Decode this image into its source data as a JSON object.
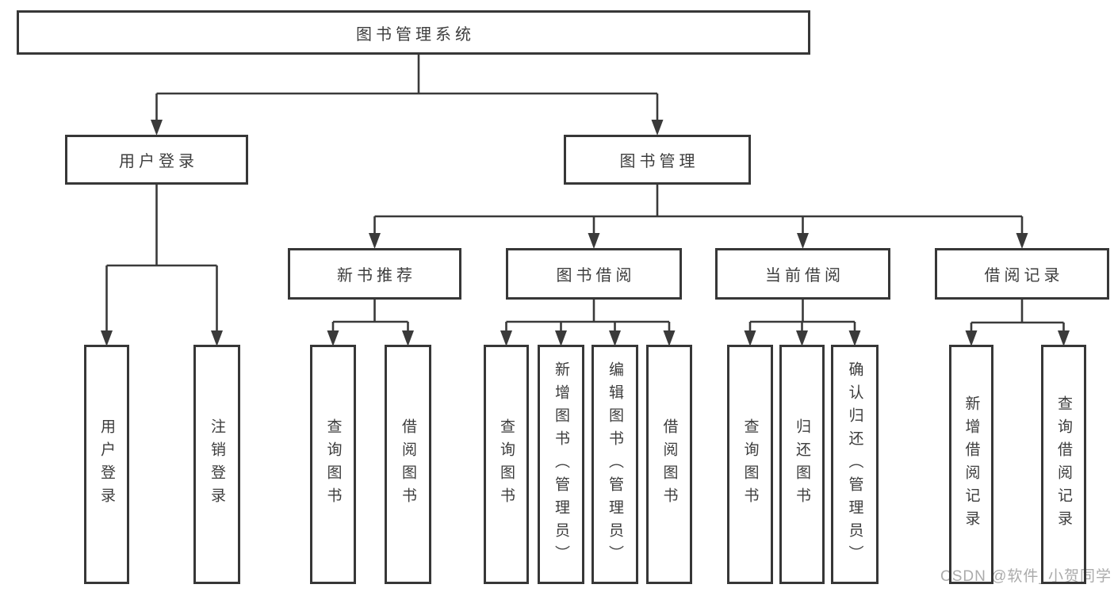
{
  "diagram": {
    "root": {
      "label": "图书管理系统"
    },
    "level2": [
      {
        "label": "用户登录"
      },
      {
        "label": "图书管理"
      }
    ],
    "level3": [
      {
        "label": "新书推荐"
      },
      {
        "label": "图书借阅"
      },
      {
        "label": "当前借阅"
      },
      {
        "label": "借阅记录"
      }
    ],
    "leaves": {
      "user_login": [
        "用户登录",
        "注销登录"
      ],
      "new_books": [
        "查询图书",
        "借阅图书"
      ],
      "book_borrow": [
        "查询图书",
        "新增图书（管理员）",
        "编辑图书（管理员）",
        "借阅图书"
      ],
      "current_borrow": [
        "查询图书",
        "归还图书",
        "确认归还（管理员）"
      ],
      "borrow_records": [
        "新增借阅记录",
        "查询借阅记录"
      ]
    }
  },
  "watermark": {
    "text": "CSDN @软件_小贺同学"
  },
  "colors": {
    "line": "#3a3a3a",
    "border": "#373737",
    "text": "#3d3d3d",
    "watermark": "#ababab",
    "background": "#ffffff"
  }
}
